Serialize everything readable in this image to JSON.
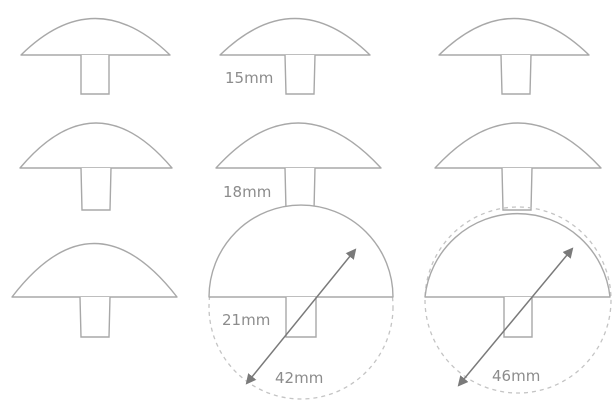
{
  "labels": {
    "stem_15": "15mm",
    "stem_18": "18mm",
    "stem_21": "21mm",
    "diameter_42": "42mm",
    "diameter_46": "46mm"
  },
  "colors": {
    "outline": "#a8a8a8",
    "dashed_circle": "#c4c4c4",
    "arrow": "#7a7a7a",
    "label_text": "#8c8c8c"
  }
}
